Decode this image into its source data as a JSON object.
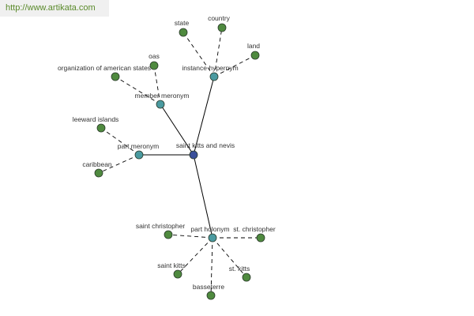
{
  "header": {
    "url": "http://www.artikata.com"
  },
  "graph": {
    "colors": {
      "center_node": "#3a4f9a",
      "relation_node": "#4a9aa0",
      "leaf_node": "#4f8a3f",
      "node_stroke": "#2a3a2a",
      "solid_edge": "#000000",
      "dashed_edge": "#000000"
    },
    "nodes": {
      "center": {
        "label": "saint kitts and nevis",
        "kind": "center"
      },
      "hypernym": {
        "label": "instance hypernym",
        "kind": "relation"
      },
      "member_meronym": {
        "label": "member meronym",
        "kind": "relation"
      },
      "part_meronym": {
        "label": "part meronym",
        "kind": "relation"
      },
      "part_holonym": {
        "label": "part holonym",
        "kind": "relation"
      },
      "state": {
        "label": "state",
        "kind": "leaf"
      },
      "country": {
        "label": "country",
        "kind": "leaf"
      },
      "land": {
        "label": "land",
        "kind": "leaf"
      },
      "oas": {
        "label": "oas",
        "kind": "leaf"
      },
      "org_american_states": {
        "label": "organization of american states",
        "kind": "leaf"
      },
      "leeward_islands": {
        "label": "leeward islands",
        "kind": "leaf"
      },
      "caribbean": {
        "label": "caribbean",
        "kind": "leaf"
      },
      "saint_christopher": {
        "label": "saint christopher",
        "kind": "leaf"
      },
      "st_christopher": {
        "label": "st. christopher",
        "kind": "leaf"
      },
      "saint_kitts": {
        "label": "saint kitts",
        "kind": "leaf"
      },
      "st_kitts": {
        "label": "st. kitts",
        "kind": "leaf"
      },
      "basseterre": {
        "label": "basseterre",
        "kind": "leaf"
      }
    },
    "edges": [
      {
        "from": "center",
        "to": "hypernym",
        "style": "solid"
      },
      {
        "from": "center",
        "to": "member_meronym",
        "style": "solid"
      },
      {
        "from": "center",
        "to": "part_meronym",
        "style": "solid"
      },
      {
        "from": "center",
        "to": "part_holonym",
        "style": "solid"
      },
      {
        "from": "hypernym",
        "to": "state",
        "style": "dashed"
      },
      {
        "from": "hypernym",
        "to": "country",
        "style": "dashed"
      },
      {
        "from": "hypernym",
        "to": "land",
        "style": "dashed"
      },
      {
        "from": "member_meronym",
        "to": "oas",
        "style": "dashed"
      },
      {
        "from": "member_meronym",
        "to": "org_american_states",
        "style": "dashed"
      },
      {
        "from": "part_meronym",
        "to": "leeward_islands",
        "style": "dashed"
      },
      {
        "from": "part_meronym",
        "to": "caribbean",
        "style": "dashed"
      },
      {
        "from": "part_holonym",
        "to": "saint_christopher",
        "style": "dashed"
      },
      {
        "from": "part_holonym",
        "to": "st_christopher",
        "style": "dashed"
      },
      {
        "from": "part_holonym",
        "to": "saint_kitts",
        "style": "dashed"
      },
      {
        "from": "part_holonym",
        "to": "st_kitts",
        "style": "dashed"
      },
      {
        "from": "part_holonym",
        "to": "basseterre",
        "style": "dashed"
      }
    ]
  }
}
